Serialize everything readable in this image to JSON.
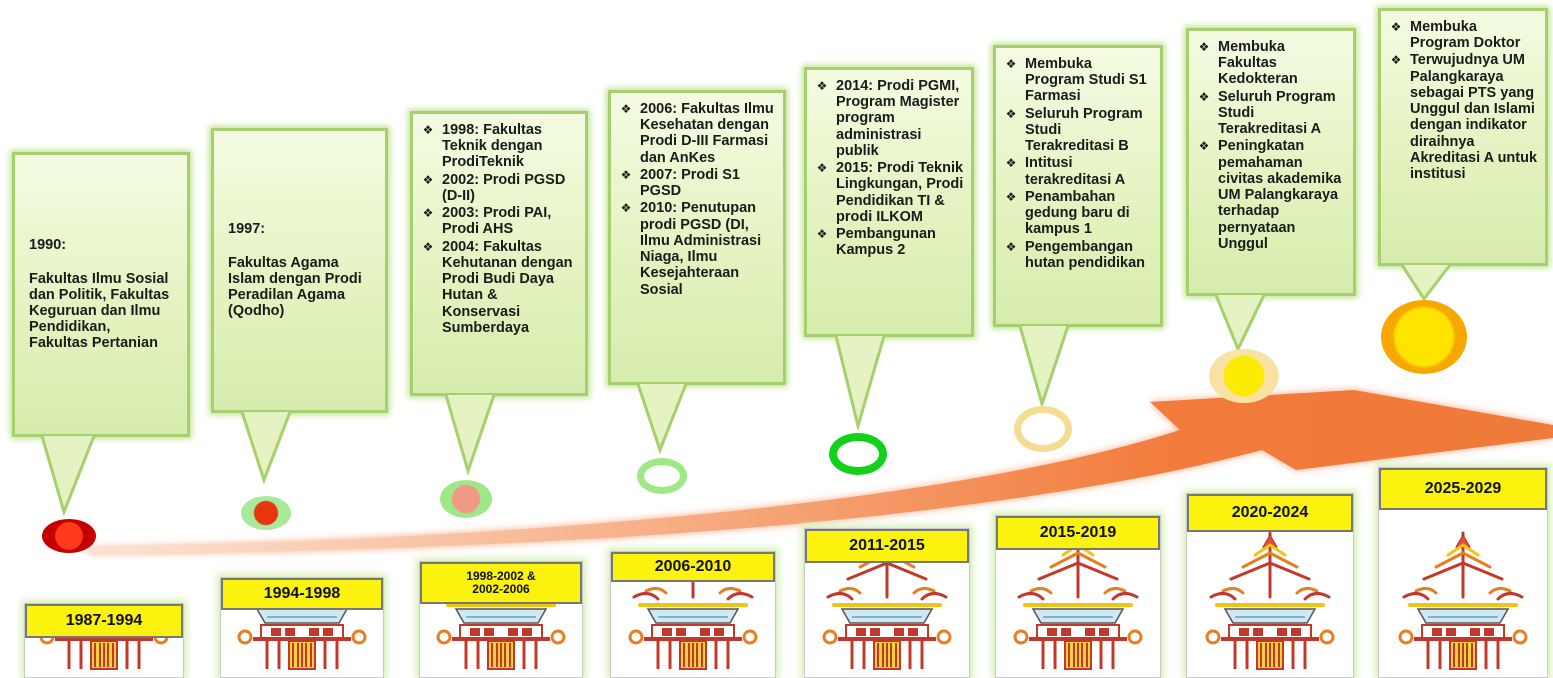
{
  "milestones": [
    {
      "kind": "plain",
      "year": "1990:",
      "body": "Fakultas Ilmu Sosial dan Politik, Fakultas Keguruan dan Ilmu Pendidikan, Fakultas Pertanian",
      "node_color": "#cc0000"
    },
    {
      "kind": "plain",
      "year": "1997:",
      "body": "Fakultas Agama Islam dengan Prodi Peradilan Agama (Qodho)",
      "node_color": "#e8350f"
    },
    {
      "kind": "list",
      "items": [
        "1998: Fakultas Teknik dengan ProdiTeknik",
        "2002: Prodi PGSD (D-II)",
        "2003: Prodi PAI, Prodi AHS",
        "2004: Fakultas Kehutanan dengan Prodi Budi Daya Hutan & Konservasi Sumberdaya"
      ],
      "node_color": "#f09a86"
    },
    {
      "kind": "list",
      "items": [
        "2006: Fakultas Ilmu Kesehatan dengan Prodi D-III Farmasi dan AnKes",
        "2007: Prodi S1 PGSD",
        "2010: Penutupan prodi PGSD (DI, Ilmu Administrasi Niaga, Ilmu Kesejahteraan Sosial"
      ],
      "node_color": "#9ee886"
    },
    {
      "kind": "list",
      "items": [
        "2014: Prodi PGMI, Program Magister program administrasi publik",
        "2015: Prodi Teknik Lingkungan, Prodi Pendidikan TI & prodi ILKOM",
        "Pembangunan Kampus 2"
      ],
      "node_color": "#13d11a"
    },
    {
      "kind": "list",
      "items": [
        "Membuka Program Studi S1 Farmasi",
        "Seluruh Program Studi Terakreditasi B",
        "Intitusi terakreditasi A",
        "Penambahan gedung baru di kampus 1",
        "Pengembangan hutan pendidikan"
      ],
      "node_color": "#f4dd90"
    },
    {
      "kind": "list",
      "items": [
        "Membuka Fakultas Kedokteran",
        "Seluruh Program Studi Terakreditasi A",
        "Peningkatan pemahaman civitas akademika UM Palangkaraya terhadap pernyataan Unggul"
      ],
      "node_color": "#fbec05"
    },
    {
      "kind": "list",
      "items": [
        "Membuka Program Doktor",
        "Terwujudnya UM Palangkaraya sebagai PTS yang Unggul dan Islami dengan indikator diraihnya Akreditasi A untuk institusi"
      ],
      "node_color": "#ffd400"
    }
  ],
  "periods": [
    "1987-1994",
    "1994-1998",
    "1998-2002 &\n2002-2006",
    "2006-2010",
    "2011-2015",
    "2015-2019",
    "2020-2024",
    "2025-2029"
  ],
  "bullet_icon": "diamond-bullet-icon",
  "colors": {
    "callout_border": "#a6cf6e",
    "label_yellow": "#fbf20d",
    "arrow": "#f07a3a"
  }
}
